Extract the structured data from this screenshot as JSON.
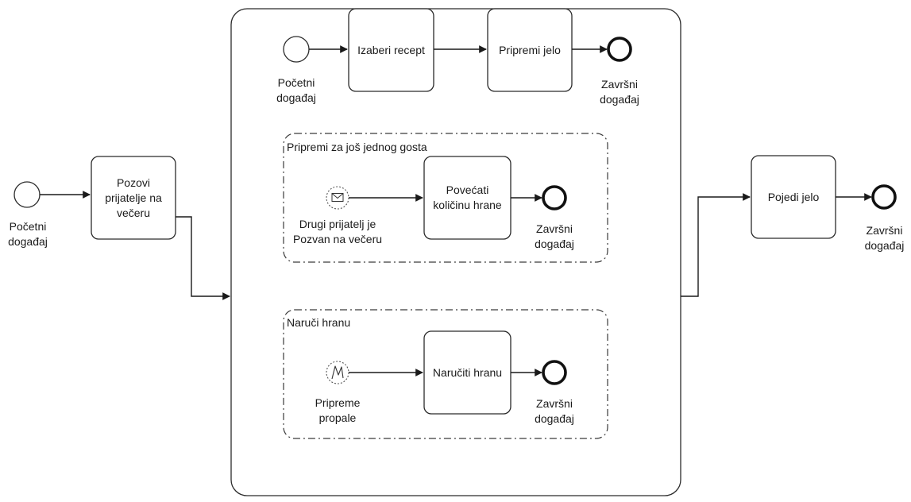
{
  "main_process": {
    "start_event_label": "Početni\ndogađaj",
    "task_invite": "Pozovi\nprijatelje na\nvečeru",
    "task_eat": "Pojedi jelo",
    "end_event_label": "Završni\ndogađaj"
  },
  "subprocess": {
    "start_event_label": "Početni\ndogađaj",
    "task_choose_recipe": "Izaberi recept",
    "task_prepare_meal": "Pripremi jelo",
    "end_event_label": "Završni\ndogađaj"
  },
  "event_subprocess_guest": {
    "title": "Pripremi za još jednog gosta",
    "message_start_icon": "envelope-icon",
    "message_start_label": "Drugi prijatelj je\nPozvan na večeru",
    "task_increase_food": "Povećati\nkoličinu hrane",
    "end_event_label": "Završni\ndogađaj"
  },
  "event_subprocess_order": {
    "title": "Naruči hranu",
    "error_start_icon": "lightning-icon",
    "error_start_label": "Pripreme\npropale",
    "task_order_food": "Naručiti hranu",
    "end_event_label": "Završni\ndogađaj"
  },
  "colors": {
    "stroke": "#2b2b2b",
    "fill": "#ffffff"
  }
}
